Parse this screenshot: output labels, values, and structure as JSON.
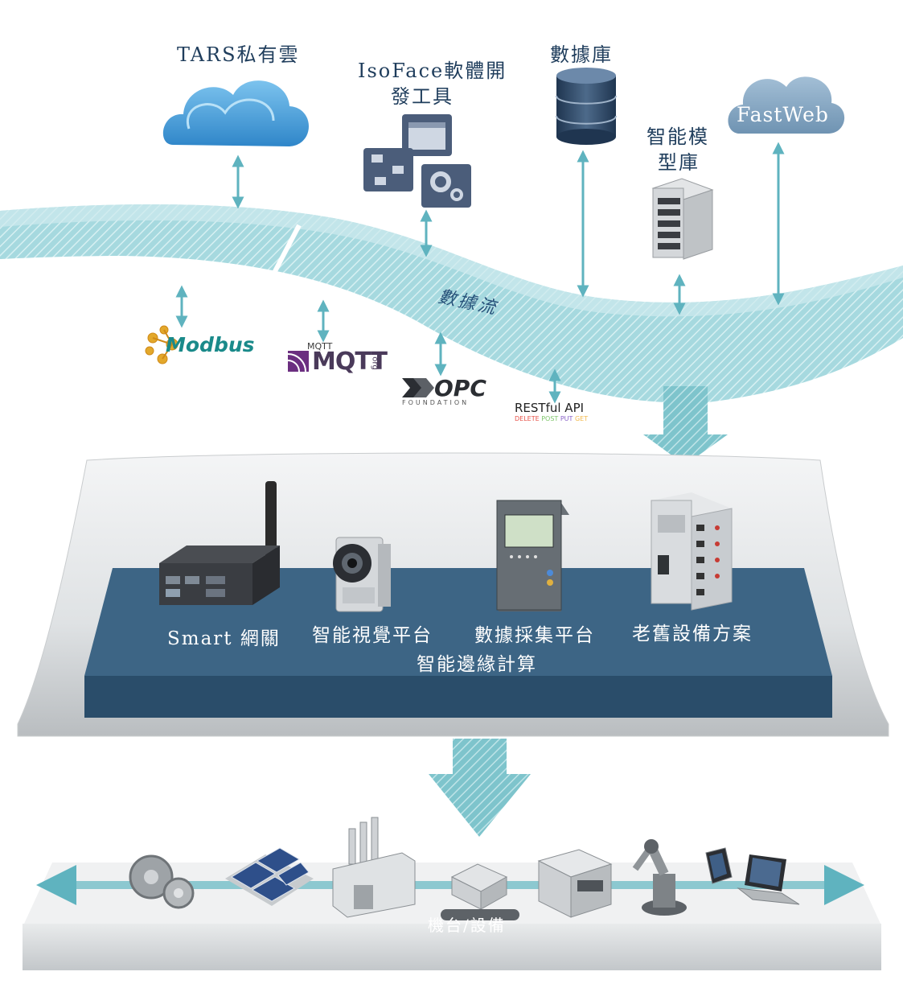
{
  "cloud_layer": {
    "tars_cloud": "TARS私有雲",
    "isoface_line1": "IsoFace軟體開",
    "isoface_line2": "發工具",
    "database": "數據庫",
    "model_line1": "智能模",
    "model_line2": "型庫",
    "fastweb": "FastWeb"
  },
  "data_stream": {
    "label": "數據流"
  },
  "protocols": {
    "modbus": "Modbus",
    "mqtt": "MQTT",
    "mqtt_small": "MQTT",
    "mqtt_org": "org",
    "opc": "OPC",
    "opc_foundation": "FOUNDATION",
    "restful": "RESTful API",
    "methods": [
      {
        "name": "DELETE",
        "color": "#e8534a"
      },
      {
        "name": "POST",
        "color": "#7fc66b"
      },
      {
        "name": "PUT",
        "color": "#8a63c8"
      },
      {
        "name": "GET",
        "color": "#f2b84b"
      }
    ]
  },
  "edge_platform": {
    "items": [
      "Smart 網關",
      "智能視覺平台",
      "數據採集平台",
      "老舊設備方案"
    ],
    "title": "智能邊緣計算"
  },
  "equipment": {
    "label": "機台/設備"
  },
  "colors": {
    "stream": "#a9dbe0",
    "arrow": "#5fb3bf",
    "platform": "#3d6585",
    "platform_side": "#2a4d6a",
    "text_dark": "#1f3d5c",
    "cloud_blue": "#4a9fd9",
    "cloud_grey": "#7ea2bf"
  }
}
